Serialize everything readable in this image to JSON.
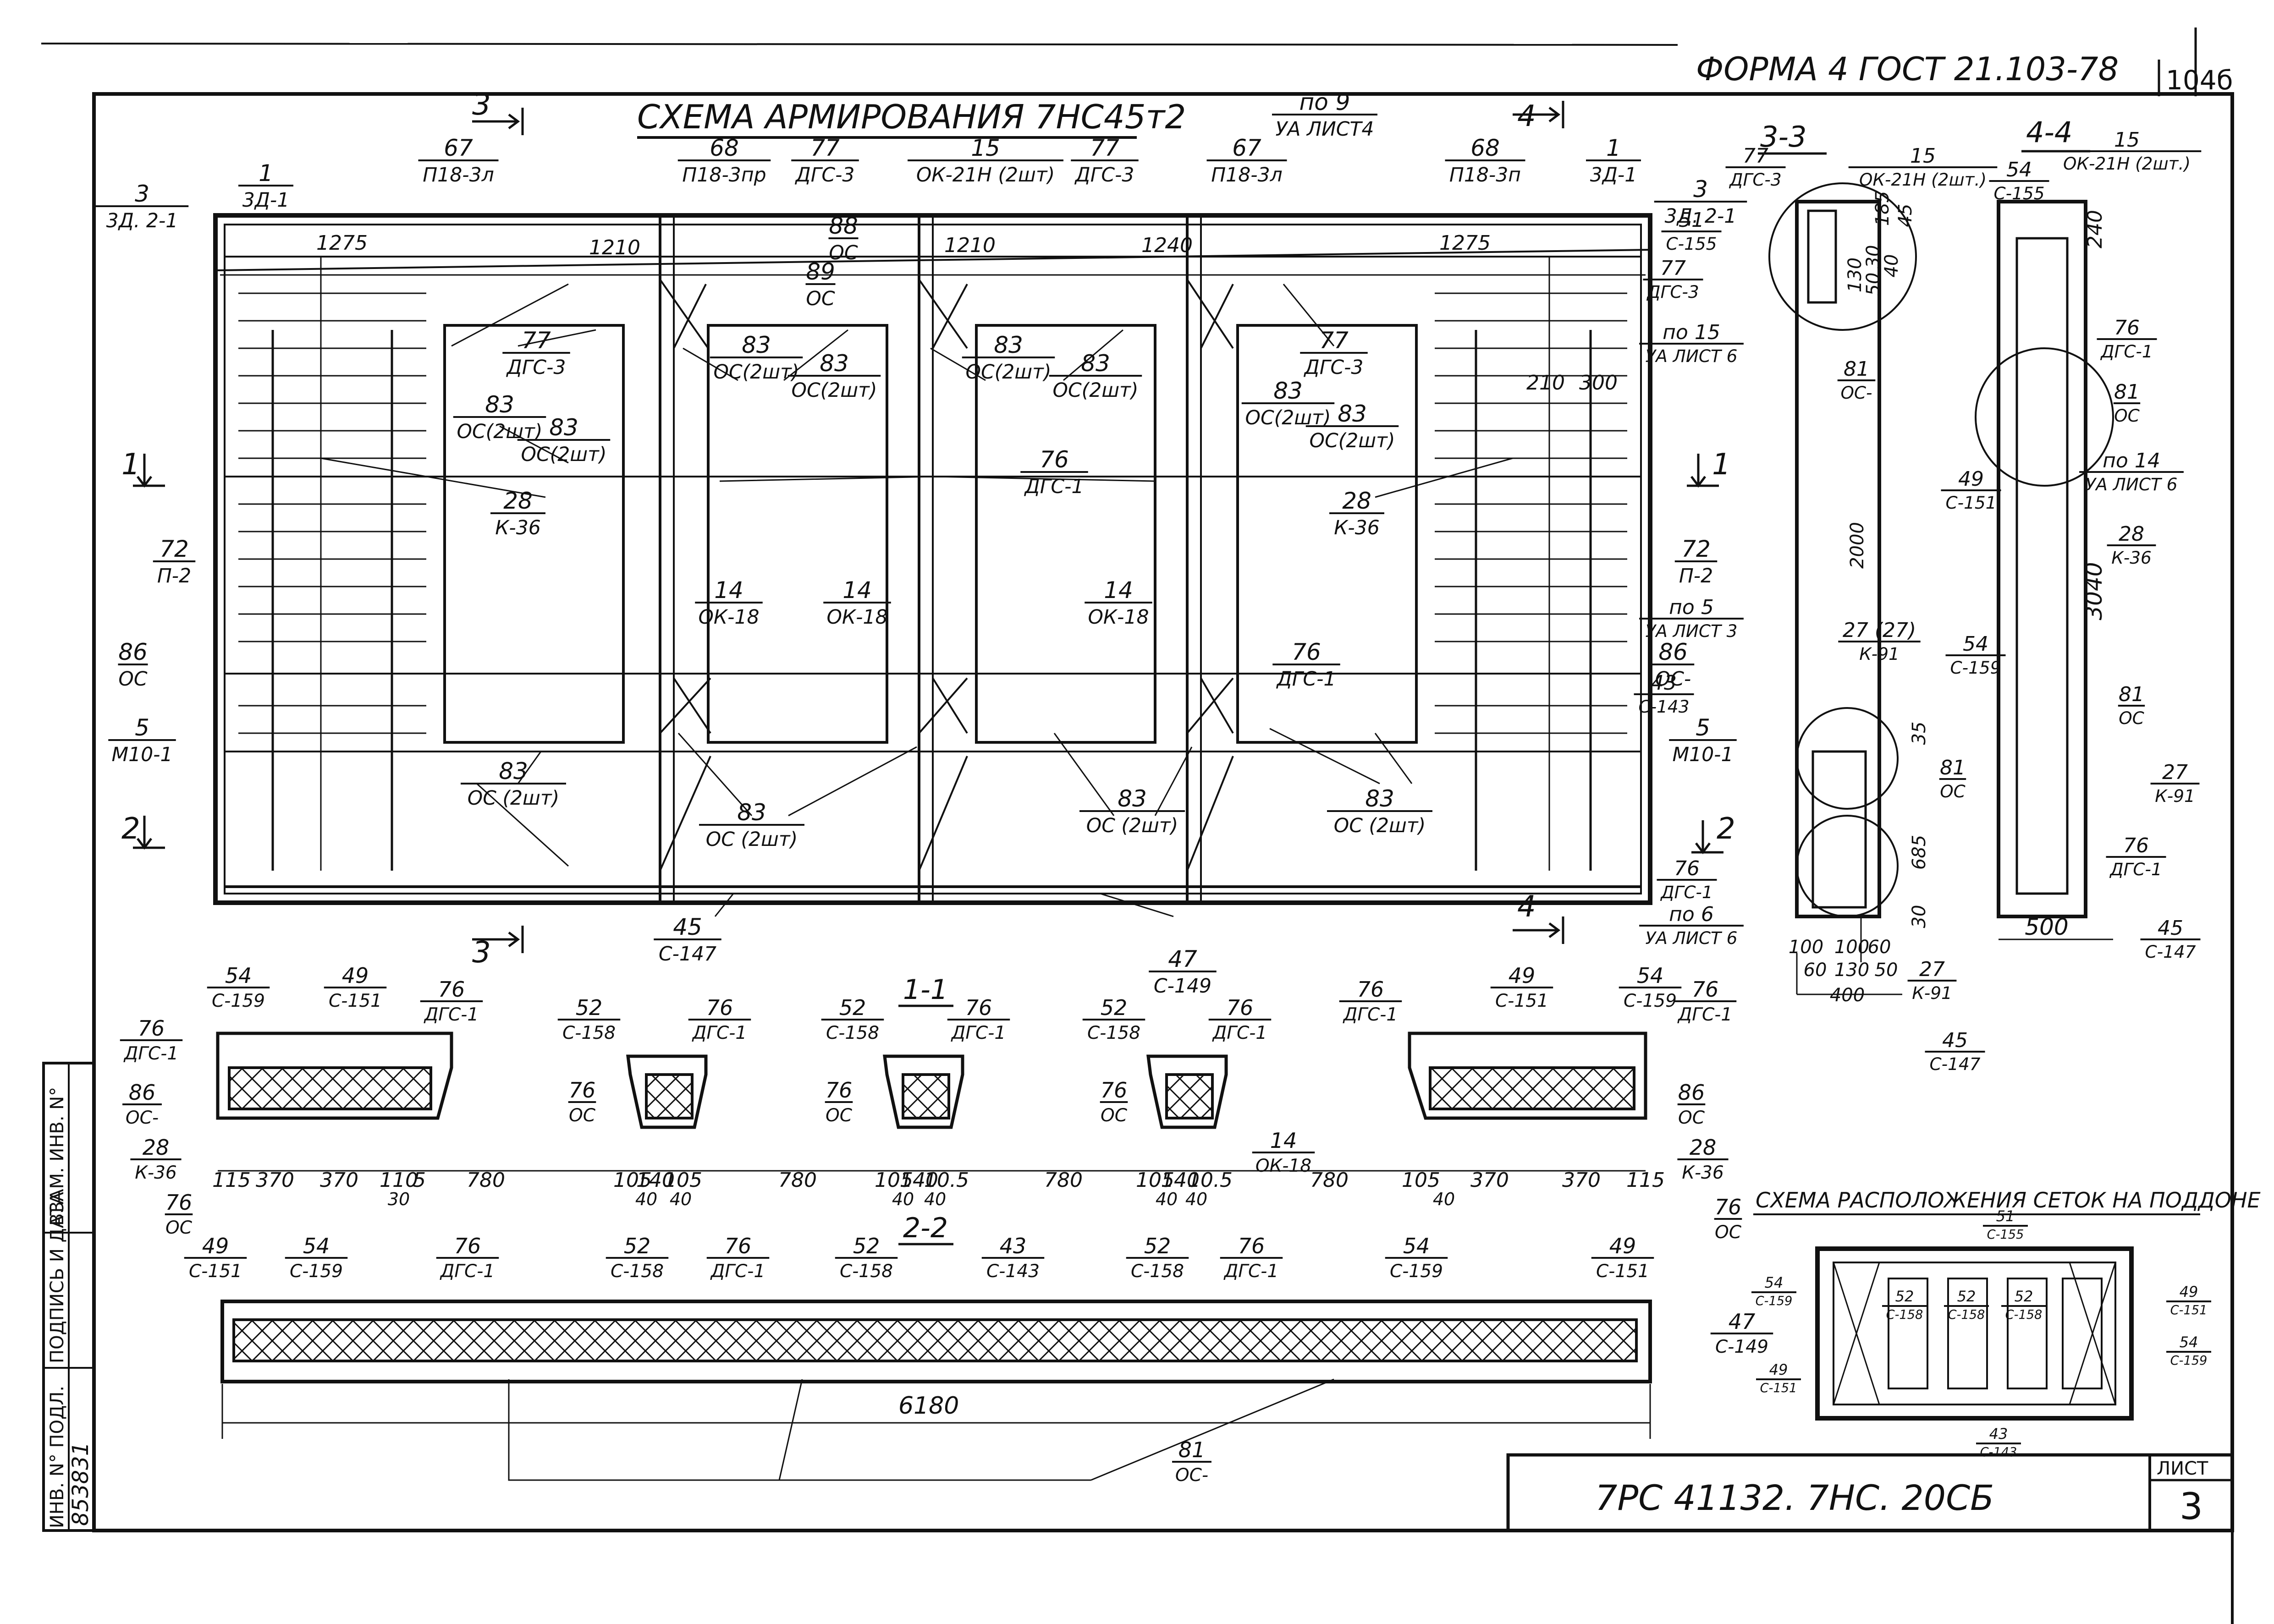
{
  "header": {
    "form_label": "ФОРМА 4  ГОСТ 21.103-78",
    "sheet_corner": "104б",
    "title": "СХЕМА  АРМИРОВАНИЯ  7НС45т2"
  },
  "section_marks": {
    "cut_3": "3",
    "cut_4": "4",
    "cut_1": "1",
    "cut_2": "2"
  },
  "main_callouts": [
    {
      "num": "3",
      "code": "3Д. 2-1"
    },
    {
      "num": "1",
      "code": "3Д-1"
    },
    {
      "num": "67",
      "code": "П18-3л"
    },
    {
      "num": "68",
      "code": "П18-3пр"
    },
    {
      "num": "77",
      "code": "ДГС-3"
    },
    {
      "num": "15",
      "code": "ОК-21Н (2шт)"
    },
    {
      "num": "77",
      "code": "ДГС-3"
    },
    {
      "num": "67",
      "code": "П18-3л"
    },
    {
      "num": "68",
      "code": "П18-3п"
    },
    {
      "num": "1",
      "code": "3Д-1"
    },
    {
      "num": "3",
      "code": "3Д. 2-1"
    },
    {
      "num": "по 9",
      "code": "УА ЛИСТ4"
    },
    {
      "num": "88",
      "code": "ОС"
    },
    {
      "num": "89",
      "code": "ОС"
    },
    {
      "num": "77",
      "code": "ДГС-3"
    },
    {
      "num": "83",
      "code": "ОС(2шт)"
    },
    {
      "num": "83",
      "code": "ОС(2шт)"
    },
    {
      "num": "83",
      "code": "ОС(2шт)"
    },
    {
      "num": "83",
      "code": "ОС(2шт)"
    },
    {
      "num": "83",
      "code": "ОС(2шт)"
    },
    {
      "num": "83",
      "code": "ОС(2шт)"
    },
    {
      "num": "77",
      "code": "ДГС-3"
    },
    {
      "num": "83",
      "code": "ОС(2шт)"
    },
    {
      "num": "83",
      "code": "ОС(2шт)"
    },
    {
      "num": "76",
      "code": "ДГС-1"
    },
    {
      "num": "28",
      "code": "К-36"
    },
    {
      "num": "28",
      "code": "К-36"
    },
    {
      "num": "72",
      "code": "П-2"
    },
    {
      "num": "72",
      "code": "П-2"
    },
    {
      "num": "14",
      "code": "ОК-18"
    },
    {
      "num": "14",
      "code": "ОК-18"
    },
    {
      "num": "14",
      "code": "ОК-18"
    },
    {
      "num": "86",
      "code": "ОС"
    },
    {
      "num": "86",
      "code": "ОС-"
    },
    {
      "num": "76",
      "code": "ДГС-1"
    },
    {
      "num": "5",
      "code": "М10-1"
    },
    {
      "num": "5",
      "code": "М10-1"
    },
    {
      "num": "83",
      "code": "ОС (2шт)"
    },
    {
      "num": "83",
      "code": "ОС (2шт)"
    },
    {
      "num": "83",
      "code": "ОС (2шт)"
    },
    {
      "num": "83",
      "code": "ОС (2шт)"
    },
    {
      "num": "45",
      "code": "С-147"
    },
    {
      "num": "47",
      "code": "С-149"
    }
  ],
  "main_dims": {
    "d1275a": "1275",
    "d1210a": "1210",
    "d1210b": "1210",
    "d1240": "1240",
    "d1275b": "1275",
    "d210": "210",
    "d300": "300"
  },
  "section_33": {
    "label": "3-3",
    "callouts": [
      {
        "num": "77",
        "code": "ДГС-3"
      },
      {
        "num": "15",
        "code": "ОК-21Н (2шт.)"
      },
      {
        "num": "51",
        "code": "С-155"
      },
      {
        "num": "77",
        "code": "ДГС-3"
      },
      {
        "num": "по 15",
        "code": "УА ЛИСТ 6"
      },
      {
        "num": "81",
        "code": "ОС-"
      },
      {
        "num": "по 5",
        "code": "УА ЛИСТ 3"
      },
      {
        "num": "27 (27)",
        "code": "К-91"
      },
      {
        "num": "43",
        "code": "С-143"
      },
      {
        "num": "81",
        "code": "ОС"
      },
      {
        "num": "76",
        "code": "ДГС-1"
      },
      {
        "num": "по 6",
        "code": "УА ЛИСТ 6"
      },
      {
        "num": "27",
        "code": "К-91"
      },
      {
        "num": "45",
        "code": "С-147"
      }
    ],
    "dims": {
      "v185": "185",
      "v30": "30",
      "v40": "40",
      "v45": "45",
      "v130": "130",
      "v50": "50",
      "v2000": "2000",
      "v35": "35",
      "v685": "685",
      "v30b": "30",
      "h100a": "100",
      "h100b": "100",
      "h60a": "60",
      "h60b": "60",
      "h130": "130",
      "h50": "50",
      "h400": "400"
    }
  },
  "section_44": {
    "label": "4-4",
    "callouts": [
      {
        "num": "54",
        "code": "С-155"
      },
      {
        "num": "15",
        "code": "ОК-21Н (2шт.)"
      },
      {
        "num": "76",
        "code": "ДГС-1"
      },
      {
        "num": "81",
        "code": "ОС"
      },
      {
        "num": "по 14",
        "code": "УА ЛИСТ 6"
      },
      {
        "num": "49",
        "code": "С-151"
      },
      {
        "num": "28",
        "code": "К-36"
      },
      {
        "num": "54",
        "code": "С-159"
      },
      {
        "num": "81",
        "code": "ОС"
      },
      {
        "num": "27",
        "code": "К-91"
      },
      {
        "num": "76",
        "code": "ДГС-1"
      },
      {
        "num": "45",
        "code": "С-147"
      }
    ],
    "dims": {
      "v240": "240",
      "v3040": "3040",
      "h500": "500"
    }
  },
  "section_11": {
    "label": "1-1",
    "callouts": [
      {
        "num": "54",
        "code": "С-159"
      },
      {
        "num": "49",
        "code": "С-151"
      },
      {
        "num": "76",
        "code": "ДГС-1"
      },
      {
        "num": "76",
        "code": "ДГС-1"
      },
      {
        "num": "52",
        "code": "С-158"
      },
      {
        "num": "76",
        "code": "ДГС-1"
      },
      {
        "num": "52",
        "code": "С-158"
      },
      {
        "num": "76",
        "code": "ДГС-1"
      },
      {
        "num": "52",
        "code": "С-158"
      },
      {
        "num": "76",
        "code": "ДГС-1"
      },
      {
        "num": "76",
        "code": "ДГС-1"
      },
      {
        "num": "49",
        "code": "С-151"
      },
      {
        "num": "54",
        "code": "С-159"
      },
      {
        "num": "76",
        "code": "ДГС-1"
      },
      {
        "num": "86",
        "code": "ОС-"
      },
      {
        "num": "76",
        "code": "ОС"
      },
      {
        "num": "76",
        "code": "ОС"
      },
      {
        "num": "76",
        "code": "ОС"
      },
      {
        "num": "86",
        "code": "ОС"
      },
      {
        "num": "28",
        "code": "К-36"
      },
      {
        "num": "14",
        "code": "ОК-18"
      },
      {
        "num": "28",
        "code": "К-36"
      },
      {
        "num": "76",
        "code": "ОС"
      },
      {
        "num": "76",
        "code": "ОС"
      }
    ],
    "dims": [
      "115",
      "370",
      "370",
      "110",
      "5",
      "780",
      "105",
      "140",
      "105",
      "780",
      "105",
      "140",
      "10.5",
      "780",
      "105",
      "140",
      "10.5",
      "780",
      "105",
      "370",
      "370",
      "115",
      "30",
      "40",
      "40",
      "40",
      "40",
      "40",
      "40",
      "40"
    ]
  },
  "section_22": {
    "label": "2-2",
    "callouts": [
      {
        "num": "49",
        "code": "С-151"
      },
      {
        "num": "54",
        "code": "С-159"
      },
      {
        "num": "76",
        "code": "ДГС-1"
      },
      {
        "num": "52",
        "code": "С-158"
      },
      {
        "num": "76",
        "code": "ДГС-1"
      },
      {
        "num": "52",
        "code": "С-158"
      },
      {
        "num": "43",
        "code": "С-143"
      },
      {
        "num": "52",
        "code": "С-158"
      },
      {
        "num": "76",
        "code": "ДГС-1"
      },
      {
        "num": "54",
        "code": "С-159"
      },
      {
        "num": "49",
        "code": "С-151"
      },
      {
        "num": "47",
        "code": "С-149"
      },
      {
        "num": "81",
        "code": "ОС-"
      }
    ],
    "dims": {
      "total": "6180"
    }
  },
  "mesh_scheme": {
    "title": "СХЕМА РАСПОЛОЖЕНИЯ СЕТОК НА ПОДДОНЕ",
    "callouts": [
      {
        "num": "51",
        "code": "С-155"
      },
      {
        "num": "54",
        "code": "С-159"
      },
      {
        "num": "52",
        "code": "С-158"
      },
      {
        "num": "52",
        "code": "С-158"
      },
      {
        "num": "52",
        "code": "С-158"
      },
      {
        "num": "49",
        "code": "С-151"
      },
      {
        "num": "54",
        "code": "С-159"
      },
      {
        "num": "49",
        "code": "С-151"
      },
      {
        "num": "43",
        "code": "С-143"
      }
    ]
  },
  "side_stamp": {
    "inv_podl": "ИНВ. N° ПОДЛ.",
    "podpis": "ПОДПИСЬ И ДАТА",
    "vzam": "ВЗАМ. ИНВ. N°",
    "inv_number": "853831"
  },
  "title_block": {
    "doc_code": "7РС 41132. 7НС. 20СБ",
    "sheet_label": "ЛИСТ",
    "sheet_number": "3"
  }
}
